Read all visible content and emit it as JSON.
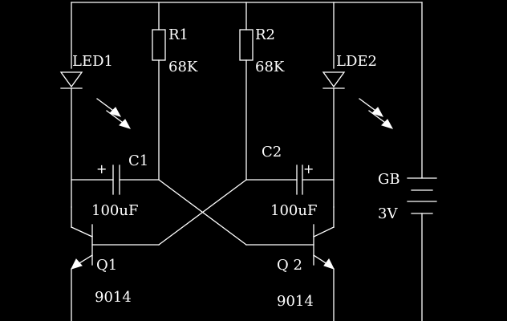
{
  "components": {
    "led1": {
      "ref": "LED1"
    },
    "led2": {
      "ref": "LDE2"
    },
    "r1": {
      "ref": "R1",
      "value": "68K"
    },
    "r2": {
      "ref": "R2",
      "value": "68K"
    },
    "c1": {
      "ref": "C1",
      "value": "100uF",
      "polarity": "+"
    },
    "c2": {
      "ref": "C2",
      "value": "100uF",
      "polarity": "+"
    },
    "q1": {
      "ref": "Q1",
      "part": "9014"
    },
    "q2": {
      "ref": "Q 2",
      "part": "9014"
    },
    "battery": {
      "ref": "GB",
      "value": "3V"
    }
  },
  "colors": {
    "background": "#000000",
    "line": "#ffffff"
  }
}
